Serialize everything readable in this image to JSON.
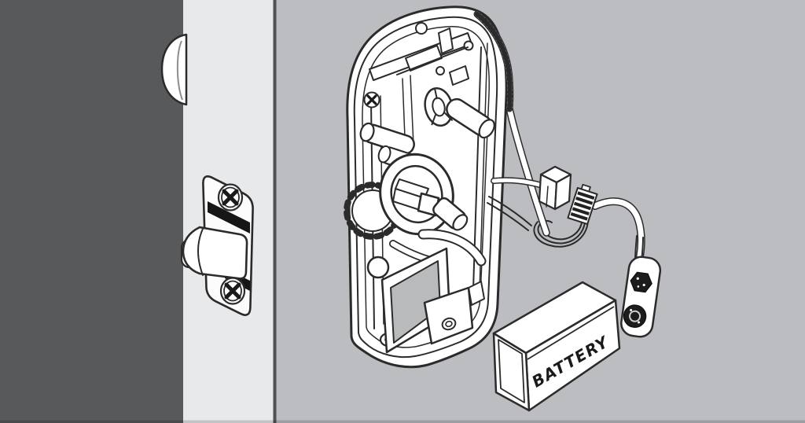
{
  "diagram": {
    "battery_label": "BATTERY",
    "colors": {
      "background_gray": "#bcbdc0",
      "door_face_dark": "#58595b",
      "door_edge_light": "#e8e9ea",
      "edge_corner_line": "#505153",
      "line_art_stroke": "#2b2b2b",
      "part_fill_white": "#ffffff",
      "band_black": "#161616",
      "terminal_dark": "#1d1d1d"
    },
    "parts": [
      "door-face",
      "door-edge",
      "bore-hole",
      "latch-faceplate",
      "latch-bolt",
      "phillips-screw",
      "lock-interior-assembly",
      "thumbturn-hub",
      "spindle",
      "motor-cylinder",
      "gear",
      "battery-compartment-opening",
      "mounting-bracket",
      "wire-harness",
      "connector-plug",
      "pin-connector",
      "wire-loop",
      "battery-snap-connector",
      "battery"
    ]
  }
}
